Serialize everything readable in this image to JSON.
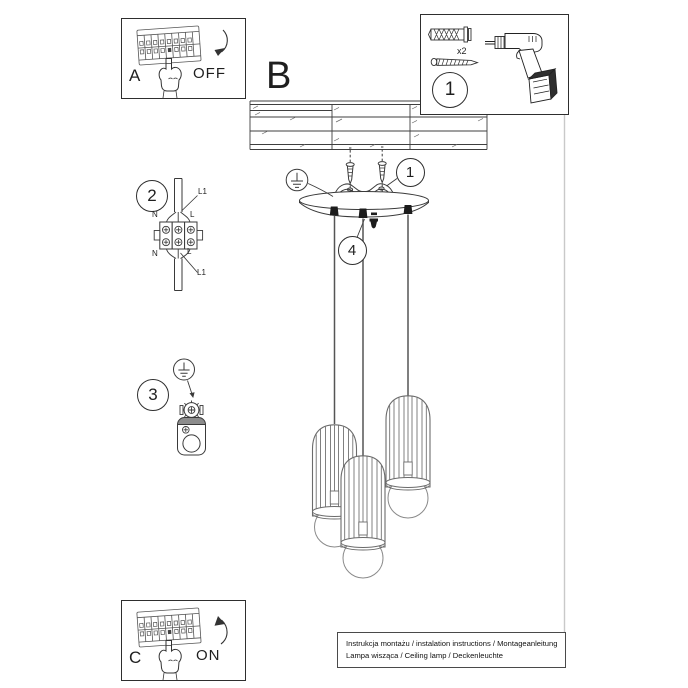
{
  "colors": {
    "background": "#ffffff",
    "line": "#3a3a3a",
    "light_line": "#6b6b6b",
    "page_edge": "#c9c9c9",
    "ink": "#1f1f1f"
  },
  "steps": {
    "a": {
      "label": "A",
      "state": "OFF"
    },
    "b": {
      "label": "B"
    },
    "c": {
      "label": "C",
      "state": "ON"
    }
  },
  "parts_box": {
    "number": "1",
    "quantity_label": "x2",
    "icons": [
      "wall-plug-icon",
      "screw-icon",
      "drill-icon"
    ]
  },
  "callouts": {
    "bracket_number": "1",
    "grub_screw_number": "4"
  },
  "step2": {
    "number": "2",
    "labels": {
      "l1_top": "L1",
      "n_top": "N",
      "l_top": "L",
      "n_bottom": "N",
      "l_bottom": "L",
      "l1_bottom": "L1"
    }
  },
  "step3": {
    "number": "3"
  },
  "footer": {
    "line1": "Instrukcja montażu / instalation instructions / Montageanleitung",
    "line2": "Lampa wisząca / Ceiling lamp / Deckenleuchte"
  }
}
